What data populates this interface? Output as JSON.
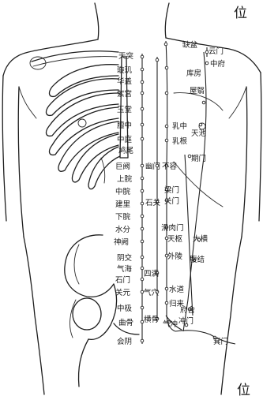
{
  "title_fragment": "位",
  "corner_fragment": "位",
  "labels": {
    "quepen": "缺盆",
    "yunmen": "云门",
    "zhongfu": "中府",
    "kufang": "库房",
    "wuyi": "屋翳",
    "ruzhong": "乳中",
    "tianchi": "天池",
    "rugen": "乳根",
    "qimen": "期门",
    "burong": "不容",
    "liangmen": "梁门",
    "guanmen": "关门",
    "huaroumen": "滑肉门",
    "tianshu": "天枢",
    "daheng": "大横",
    "wailing": "外陵",
    "fujie": "腹结",
    "shuidao": "水道",
    "guilai": "归来",
    "fushe": "府舍",
    "chongmen": "冲门",
    "qichong": "气冲",
    "jimai": "箕门",
    "tiantu": "天突",
    "xuanji": "璇玑",
    "huagai": "华盖",
    "zigong": "紫宫",
    "yutang": "玉堂",
    "danzhong": "膻中",
    "zhongting": "中庭",
    "jiuwei": "鸠尾",
    "juque": "巨阙",
    "shangwan": "上脘",
    "zhongwan": "中脘",
    "jianli": "建里",
    "xiawan": "下脘",
    "shifen": "水分",
    "shenque": "神阙",
    "yinjiao": "阴交",
    "qihai": "气海",
    "shimen": "石门",
    "guanyuan": "关元",
    "zhongji": "中极",
    "qugu": "曲骨",
    "huiyin": "会阴",
    "youmen": "幽门",
    "shiguan": "石关",
    "siman": "四满",
    "qixue": "气穴",
    "henggu": "横骨"
  }
}
